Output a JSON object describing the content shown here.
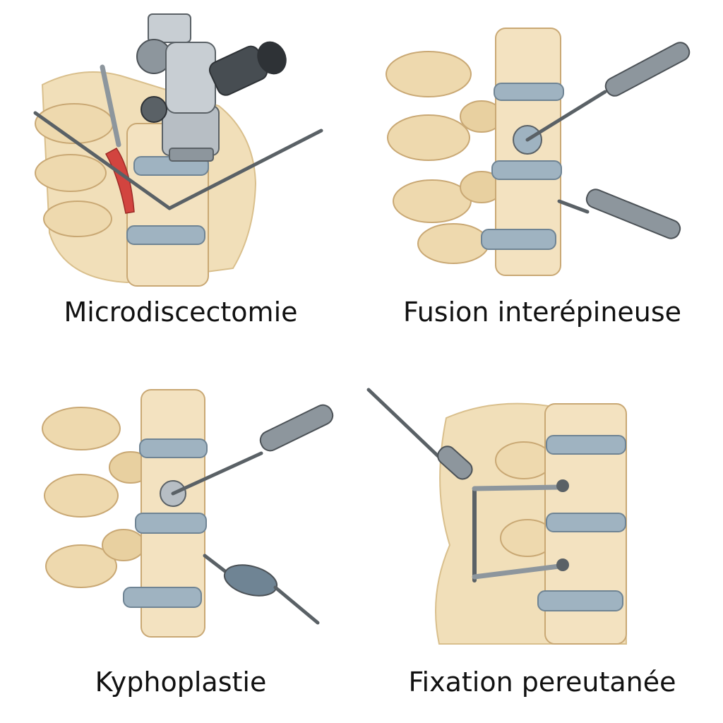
{
  "panels": [
    {
      "caption": "Microdiscectomie"
    },
    {
      "caption": "Fusion interépineuse"
    },
    {
      "caption": "Kyphoplastie"
    },
    {
      "caption": "Fixation pereutanée"
    }
  ],
  "colors": {
    "bone": "#f1dfb9",
    "bone_shadow": "#d9bf8c",
    "bone_outline": "#c9a874",
    "disc": "#9fb3c1",
    "disc_light": "#c9d6df",
    "metal": "#8d969d",
    "metal_dark": "#5a6166",
    "metal_light": "#d0d5d9",
    "nerve": "#d2443f",
    "text": "#111111"
  },
  "icons": [
    "microscope-icon",
    "retractor-icon",
    "cannula-icon",
    "balloon-catheter-icon",
    "screw-rod-icon"
  ]
}
